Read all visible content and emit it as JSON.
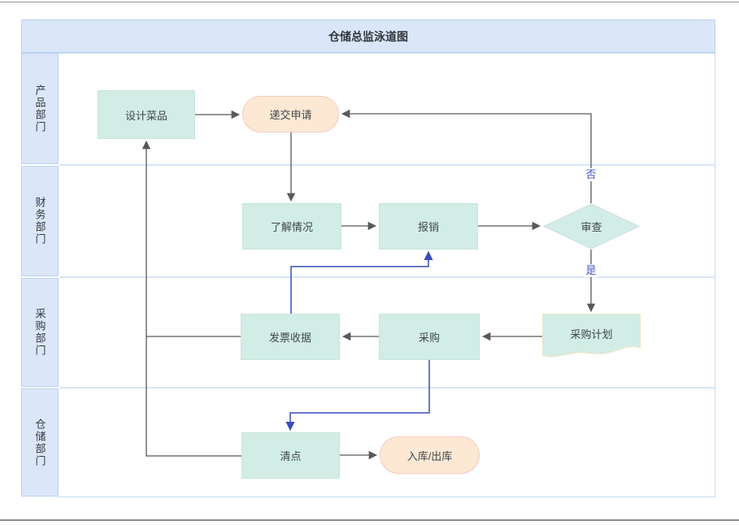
{
  "title": "仓储总监泳道图",
  "lanes": [
    {
      "label": "产品部门"
    },
    {
      "label": "财务部门"
    },
    {
      "label": "采购部门"
    },
    {
      "label": "仓储部门"
    }
  ],
  "nodes": [
    {
      "id": "design-dish",
      "label": "设计菜品",
      "type": "process"
    },
    {
      "id": "submit-application",
      "label": "递交申请",
      "type": "terminator"
    },
    {
      "id": "understand-situation",
      "label": "了解情况",
      "type": "process"
    },
    {
      "id": "reimburse",
      "label": "报销",
      "type": "process"
    },
    {
      "id": "review",
      "label": "审查",
      "type": "decision"
    },
    {
      "id": "purchase-plan",
      "label": "采购计划",
      "type": "document"
    },
    {
      "id": "invoice-receipt",
      "label": "发票收据",
      "type": "process"
    },
    {
      "id": "purchase",
      "label": "采购",
      "type": "process"
    },
    {
      "id": "count-inventory",
      "label": "清点",
      "type": "process"
    },
    {
      "id": "inbound-outbound",
      "label": "入库/出库",
      "type": "terminator"
    }
  ],
  "edge_labels": {
    "no": "否",
    "yes": "是"
  },
  "colors": {
    "lane_fill": "#dbe6f9",
    "lane_border": "#bcd2f0",
    "process_fill": "#d2ede5",
    "terminator_fill": "#fce8d3",
    "terminator_border": "#f4c9c3",
    "document_border": "#ebe3c3",
    "edge_gray": "#58595b",
    "edge_blue": "#3a4cba",
    "branch_label_blue": "#4656c8"
  }
}
